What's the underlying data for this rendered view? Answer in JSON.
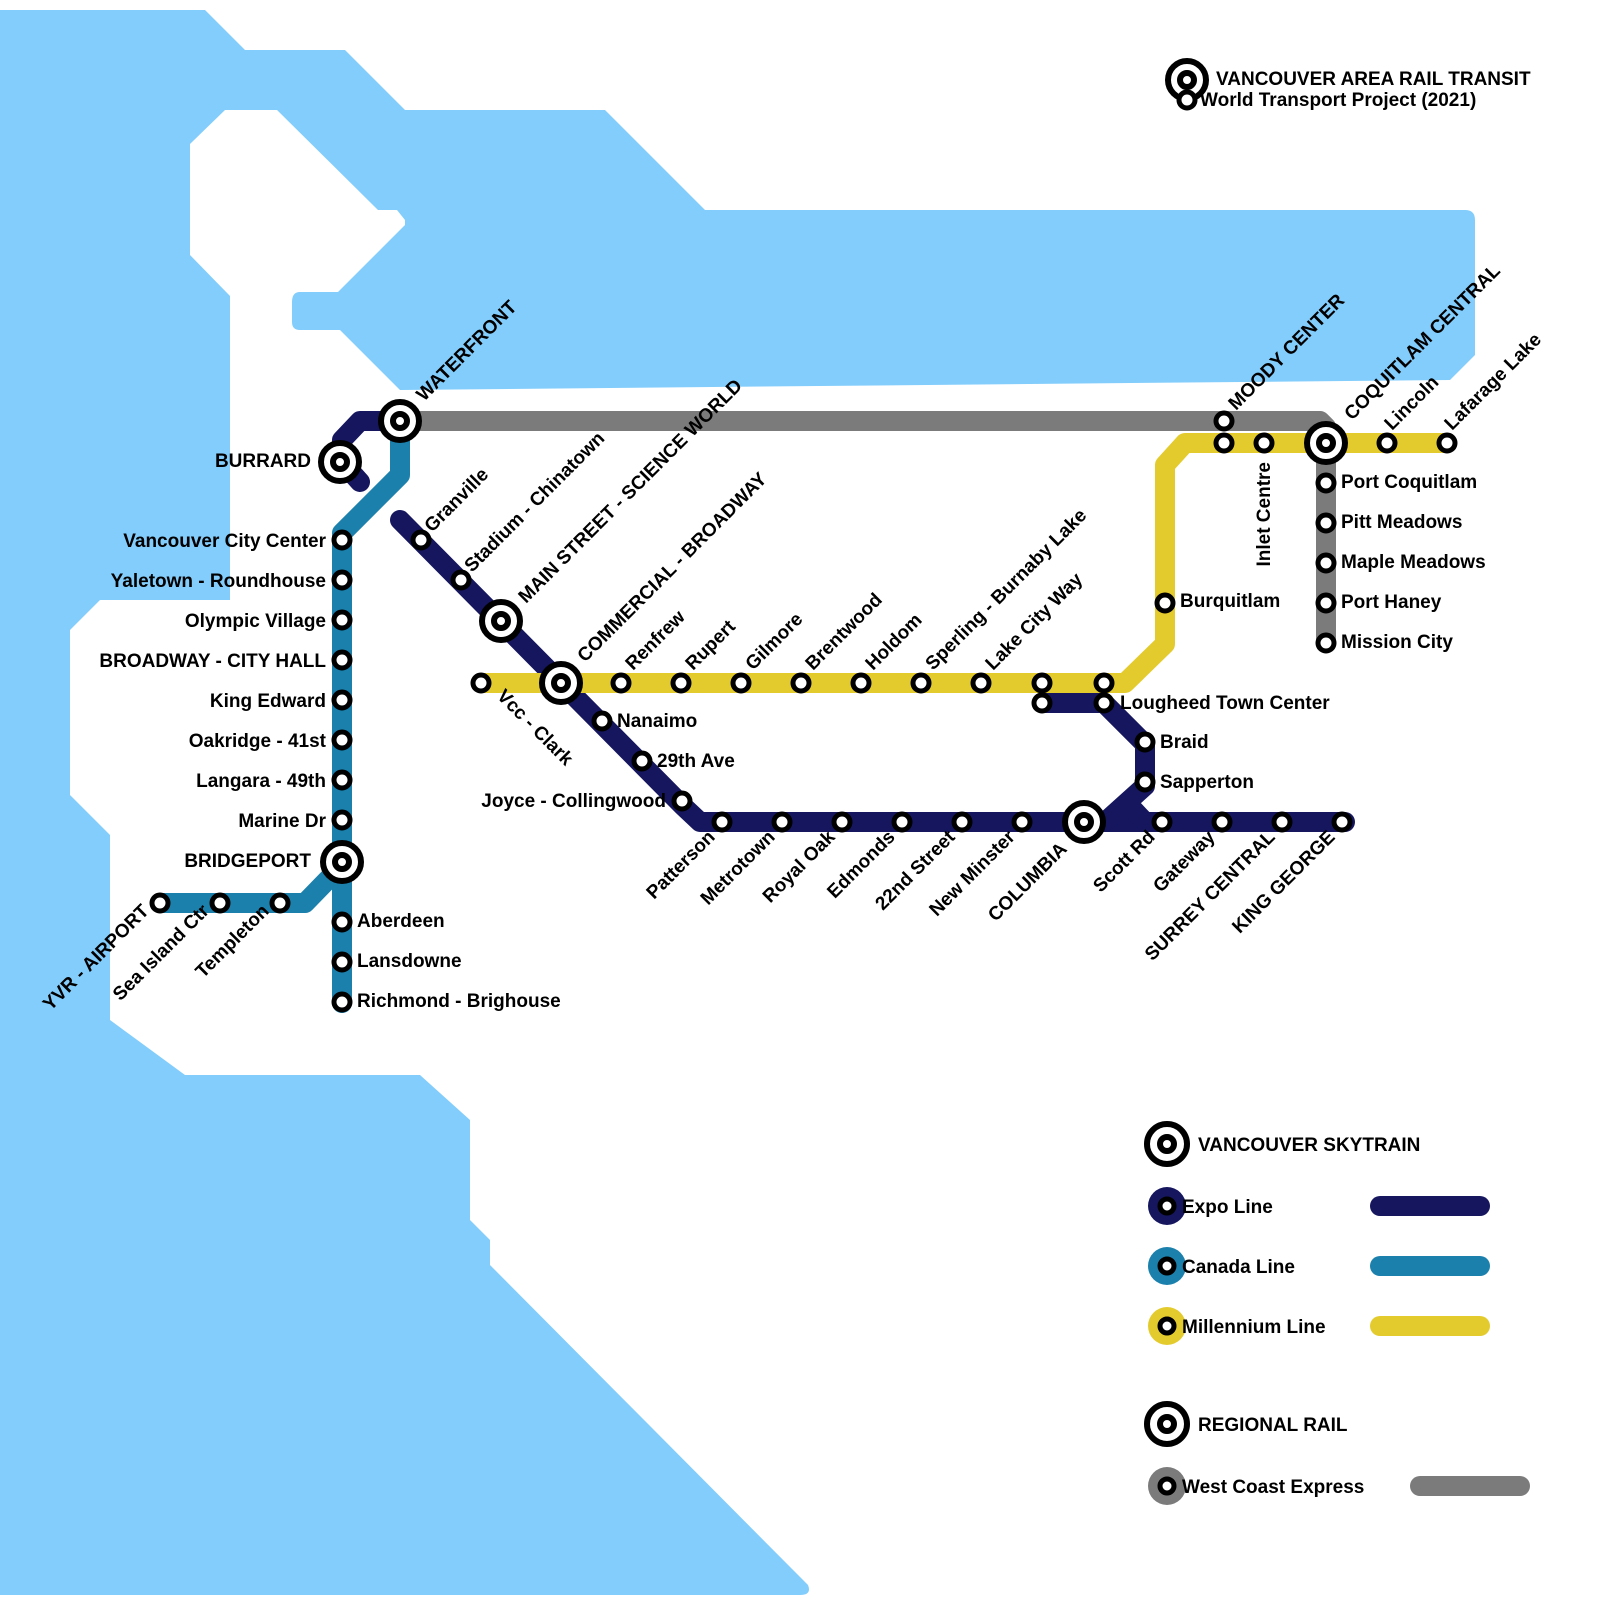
{
  "title": {
    "main": "VANCOUVER AREA RAIL TRANSIT",
    "sub": "World Transport Project (2021)",
    "icon": "interchange-station-icon"
  },
  "colors": {
    "water": "#82cdfc",
    "expo": "#15165e",
    "canada": "#1b80ac",
    "millennium": "#e3cb2e",
    "wce": "#7b7b7b",
    "station_stroke": "#000000",
    "background": "#ffffff"
  },
  "lines": [
    {
      "id": "expo",
      "name": "Expo Line",
      "system": "Vancouver SkyTrain"
    },
    {
      "id": "canada",
      "name": "Canada Line",
      "system": "Vancouver SkyTrain"
    },
    {
      "id": "millennium",
      "name": "Millennium Line",
      "system": "Vancouver SkyTrain"
    },
    {
      "id": "wce",
      "name": "West Coast Express",
      "system": "Regional Rail"
    }
  ],
  "stations": {
    "canada": [
      "WATERFRONT",
      "Vancouver City Center",
      "Yaletown - Roundhouse",
      "Olympic Village",
      "BROADWAY - CITY HALL",
      "King Edward",
      "Oakridge - 41st",
      "Langara - 49th",
      "Marine Dr",
      "BRIDGEPORT",
      "Templeton",
      "Sea Island Ctr",
      "YVR - AIRPORT",
      "Aberdeen",
      "Lansdowne",
      "Richmond - Brighouse"
    ],
    "expo": [
      "WATERFRONT",
      "BURRARD",
      "Granville",
      "Stadium - Chinatown",
      "MAIN STREET - SCIENCE WORLD",
      "COMMERCIAL - BROADWAY",
      "Nanaimo",
      "29th Ave",
      "Joyce - Collingwood",
      "Patterson",
      "Metrotown",
      "Royal Oak",
      "Edmonds",
      "22nd Street",
      "New Minster",
      "COLUMBIA",
      "Scott Rd",
      "Gateway",
      "SURREY CENTRAL",
      "KING GEORGE",
      "Sapperton",
      "Braid",
      "Lougheed Town Center"
    ],
    "millennium": [
      "Vcc - Clark",
      "COMMERCIAL - BROADWAY",
      "Renfrew",
      "Rupert",
      "Gilmore",
      "Brentwood",
      "Holdom",
      "Sperling - Burnaby Lake",
      "Lake City Way",
      "Lougheed Town Center",
      "Burquitlam",
      "MOODY CENTER",
      "Inlet Centre",
      "COQUITLAM CENTRAL",
      "Lincoln",
      "Lafarage Lake"
    ],
    "wce": [
      "WATERFRONT",
      "MOODY CENTER",
      "COQUITLAM CENTRAL",
      "Port Coquitlam",
      "Pitt Meadows",
      "Maple Meadows",
      "Port Haney",
      "Mission City"
    ]
  },
  "labels": {
    "waterfront": "WATERFRONT",
    "burrard": "BURRARD",
    "vancouver_city_center": "Vancouver City Center",
    "yaletown": "Yaletown - Roundhouse",
    "olympic_village": "Olympic Village",
    "broadway_city_hall": "BROADWAY - CITY HALL",
    "king_edward": "King Edward",
    "oakridge": "Oakridge - 41st",
    "langara": "Langara - 49th",
    "marine_dr": "Marine Dr",
    "bridgeport": "BRIDGEPORT",
    "aberdeen": "Aberdeen",
    "lansdowne": "Lansdowne",
    "richmond": "Richmond - Brighouse",
    "yvr": "YVR - AIRPORT",
    "sea_island": "Sea Island Ctr",
    "templeton": "Templeton",
    "granville": "Granville",
    "stadium": "Stadium - Chinatown",
    "main_street": "MAIN STREET - SCIENCE WORLD",
    "commercial": "COMMERCIAL - BROADWAY",
    "nanaimo": "Nanaimo",
    "ave29": "29th Ave",
    "joyce": "Joyce - Collingwood",
    "patterson": "Patterson",
    "metrotown": "Metrotown",
    "royal_oak": "Royal Oak",
    "edmonds": "Edmonds",
    "street22": "22nd Street",
    "new_minster": "New Minster",
    "columbia": "COLUMBIA",
    "scott_rd": "Scott Rd",
    "gateway": "Gateway",
    "surrey_central": "SURREY CENTRAL",
    "king_george": "KING GEORGE",
    "sapperton": "Sapperton",
    "braid": "Braid",
    "lougheed": "Lougheed Town Center",
    "vcc_clark": "Vcc - Clark",
    "renfrew": "Renfrew",
    "rupert": "Rupert",
    "gilmore": "Gilmore",
    "brentwood": "Brentwood",
    "holdom": "Holdom",
    "sperling": "Sperling - Burnaby Lake",
    "lake_city": "Lake City Way",
    "burquitlam": "Burquitlam",
    "moody": "MOODY CENTER",
    "inlet": "Inlet Centre",
    "coquitlam": "COQUITLAM CENTRAL",
    "lincoln": "Lincoln",
    "lafarage": "Lafarage Lake",
    "port_coquitlam": "Port Coquitlam",
    "pitt_meadows": "Pitt Meadows",
    "maple_meadows": "Maple Meadows",
    "port_haney": "Port Haney",
    "mission_city": "Mission City"
  },
  "legend": {
    "skytrain_heading": "VANCOUVER SKYTRAIN",
    "regional_heading": "REGIONAL RAIL",
    "items": [
      {
        "label": "Expo Line",
        "color": "#15165e"
      },
      {
        "label": "Canada Line",
        "color": "#1b80ac"
      },
      {
        "label": "Millennium Line",
        "color": "#e3cb2e"
      },
      {
        "label": "West Coast Express",
        "color": "#7b7b7b"
      }
    ]
  }
}
